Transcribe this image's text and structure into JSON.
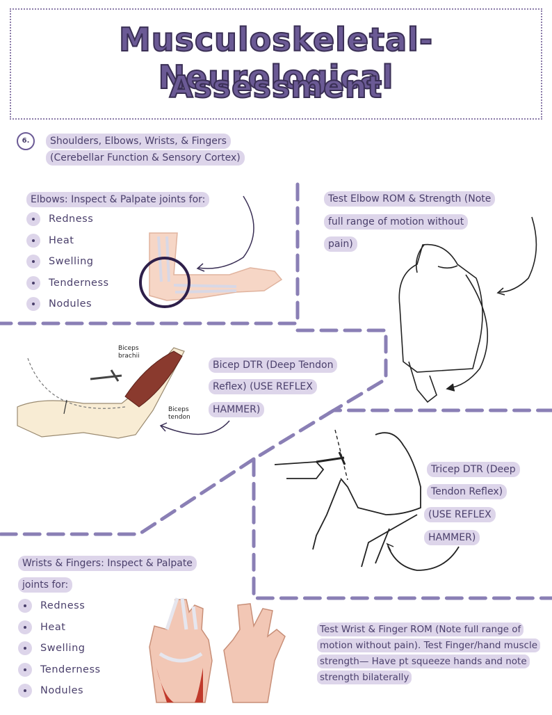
{
  "title": {
    "line1": "Musculoskeletal- Neurological",
    "line2": "Assessment"
  },
  "section": {
    "number": "6.",
    "heading_line1": "Shoulders, Elbows, Wrists, & Fingers",
    "heading_line2": "(Cerebellar Function & Sensory Cortex)"
  },
  "elbows": {
    "heading": "Elbows: Inspect & Palpate joints for:",
    "items": [
      "Redness",
      "Heat",
      "Swelling",
      "Tenderness",
      "Nodules"
    ]
  },
  "elbow_rom": {
    "line1": "Test Elbow ROM & Strength (Note",
    "line2": "full range of motion without",
    "line3": "pain)"
  },
  "bicep": {
    "line1": "Bicep DTR (Deep Tendon",
    "line2": "Reflex) (USE REFLEX",
    "line3": "HAMMER)",
    "figure_labels": {
      "biceps_brachii_1": "Biceps",
      "biceps_brachii_2": "brachii",
      "biceps_tendon_1": "Biceps",
      "biceps_tendon_2": "tendon"
    }
  },
  "tricep": {
    "line1": "Tricep DTR (Deep",
    "line2": "Tendon Reflex)",
    "line3": "(USE REFLEX",
    "line4": "HAMMER)"
  },
  "wrists": {
    "heading_line1": "Wrists & Fingers: Inspect & Palpate",
    "heading_line2": "joints for:",
    "items": [
      "Redness",
      "Heat",
      "Swelling",
      "Tenderness",
      "Nodules"
    ]
  },
  "wrist_rom": {
    "text": "Test Wrist & Finger ROM (Note full range of motion without pain). Test Finger/hand muscle strength— Have pt squeeze hands and note strength bilaterally"
  },
  "colors": {
    "accent": "#8a7fb5",
    "pill": "#ddd5ea",
    "text": "#4a3f6b",
    "title": "#6b5a95"
  }
}
